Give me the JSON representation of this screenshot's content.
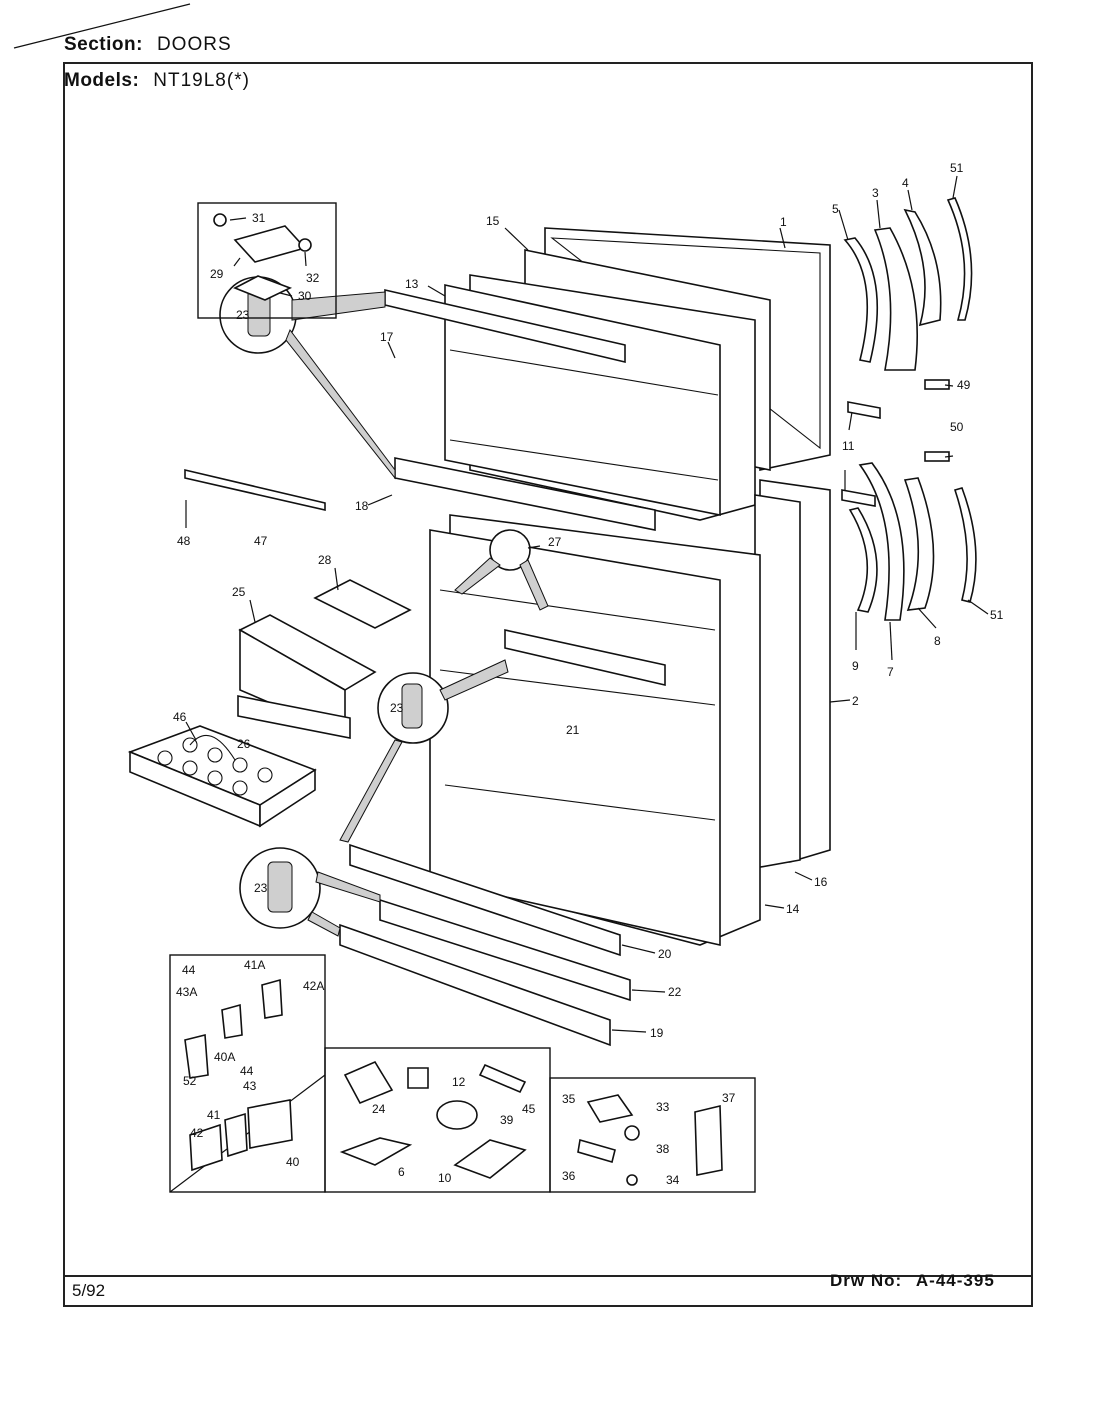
{
  "header": {
    "section_label": "Section:",
    "section_value": "DOORS",
    "models_label": "Models:",
    "models_value": "NT19L8(*)"
  },
  "footer": {
    "date": "5/92",
    "drawing_label": "Drw No:",
    "drawing_number": "A-44-395"
  },
  "callouts": [
    "1",
    "2",
    "3",
    "4",
    "5",
    "6",
    "7",
    "8",
    "9",
    "10",
    "11",
    "12",
    "13",
    "14",
    "15",
    "16",
    "17",
    "18",
    "19",
    "20",
    "21",
    "22",
    "23",
    "24",
    "25",
    "26",
    "27",
    "28",
    "29",
    "30",
    "31",
    "32",
    "33",
    "34",
    "35",
    "36",
    "37",
    "38",
    "39",
    "40",
    "40A",
    "41",
    "41A",
    "42",
    "42A",
    "43",
    "43A",
    "44",
    "45",
    "46",
    "47",
    "48",
    "49",
    "50",
    "51",
    "52"
  ]
}
